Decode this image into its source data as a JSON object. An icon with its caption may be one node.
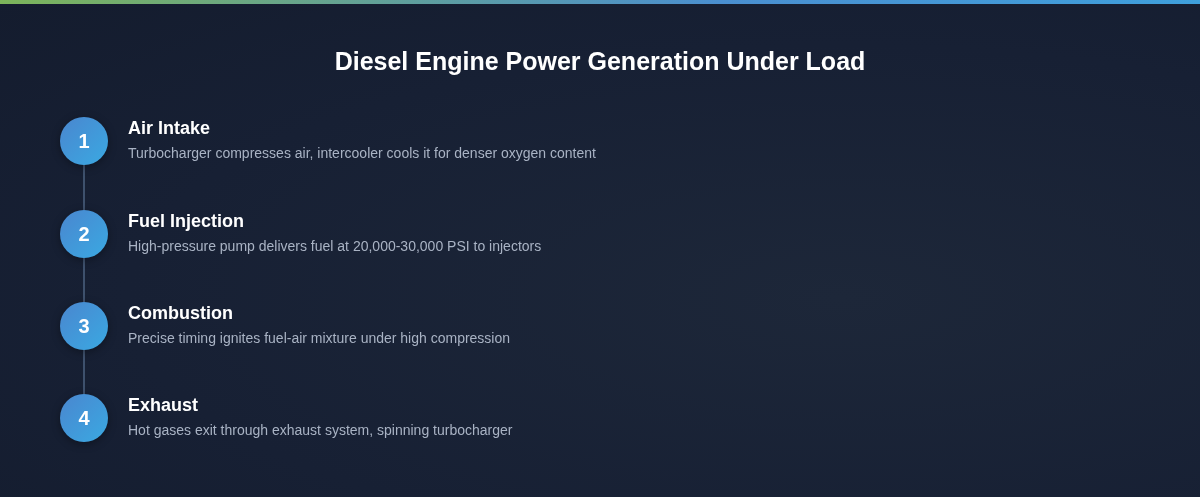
{
  "diagram": {
    "title": "Diesel Engine Power Generation Under Load",
    "nodes": [
      {
        "text": [
          "1"
        ],
        "beside": [
          "Air Intake",
          "Turbocharger compresses air, intercooler cools it for denser oxygen content"
        ]
      },
      {
        "text": [
          "2"
        ],
        "beside": [
          "Fuel Injection",
          "High-pressure pump delivers fuel at 20,000-30,000 PSI to injectors"
        ]
      },
      {
        "text": [
          "3"
        ],
        "beside": [
          "Combustion",
          "Precise timing ignites fuel-air mixture under high compression"
        ]
      },
      {
        "text": [
          "4"
        ],
        "beside": [
          "Exhaust",
          "Hot gases exit through exhaust system, spinning turbocharger"
        ]
      }
    ],
    "edges": [
      {
        "from": 0,
        "to": 1,
        "arrow": "none"
      },
      {
        "from": 1,
        "to": 2,
        "arrow": "none"
      },
      {
        "from": 2,
        "to": 3,
        "arrow": "none"
      }
    ]
  }
}
